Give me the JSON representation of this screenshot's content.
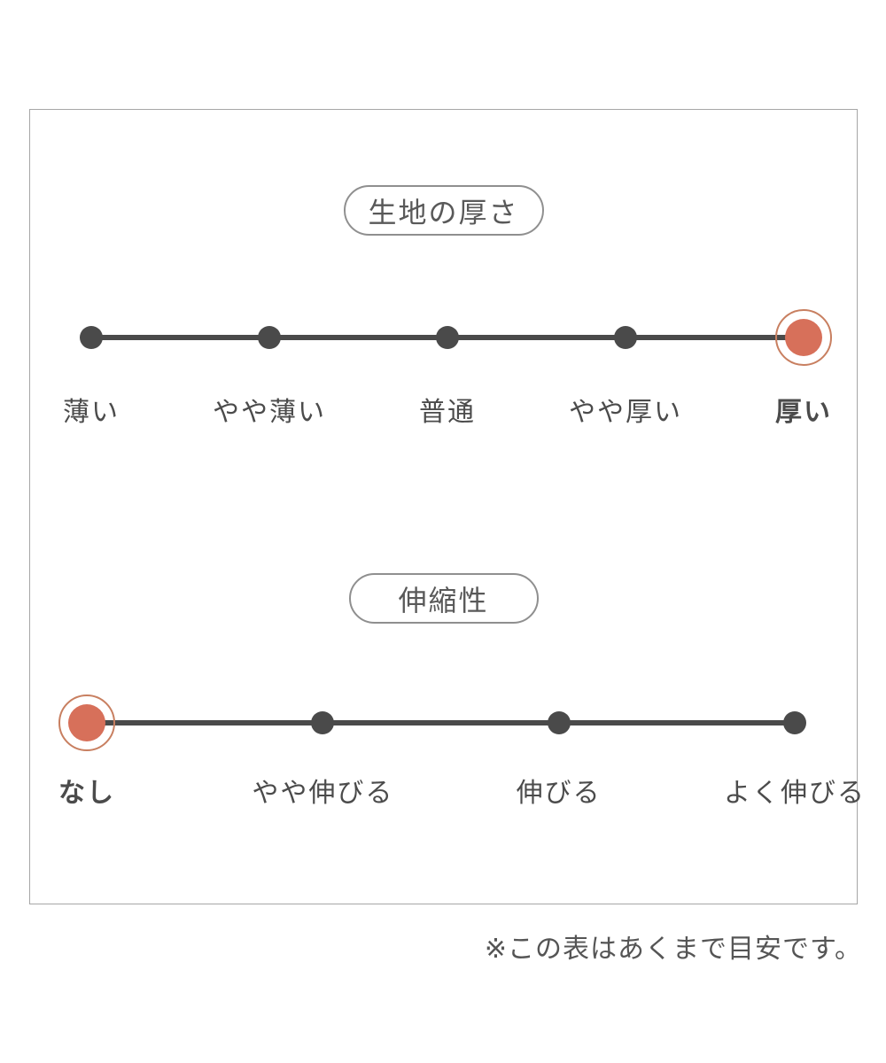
{
  "footnote": "※この表はあくまで目安です。",
  "colors": {
    "line": "#4a4a4a",
    "dot": "#4a4a4a",
    "accent": "#d7705a",
    "accent_ring": "#c87f60",
    "label_text": "#4b4b4b",
    "title_text": "#595959",
    "pill_border": "#8f8f8f",
    "box_border": "#a6a6a6",
    "footnote_text": "#555555"
  },
  "chart_data": [
    {
      "type": "scale",
      "title": "生地の厚さ",
      "categories": [
        "薄い",
        "やや薄い",
        "普通",
        "やや厚い",
        "厚い"
      ],
      "selected": "厚い",
      "selected_index": 4,
      "levels": 5
    },
    {
      "type": "scale",
      "title": "伸縮性",
      "categories": [
        "なし",
        "やや伸びる",
        "伸びる",
        "よく伸びる"
      ],
      "selected": "なし",
      "selected_index": 0,
      "levels": 4
    }
  ]
}
